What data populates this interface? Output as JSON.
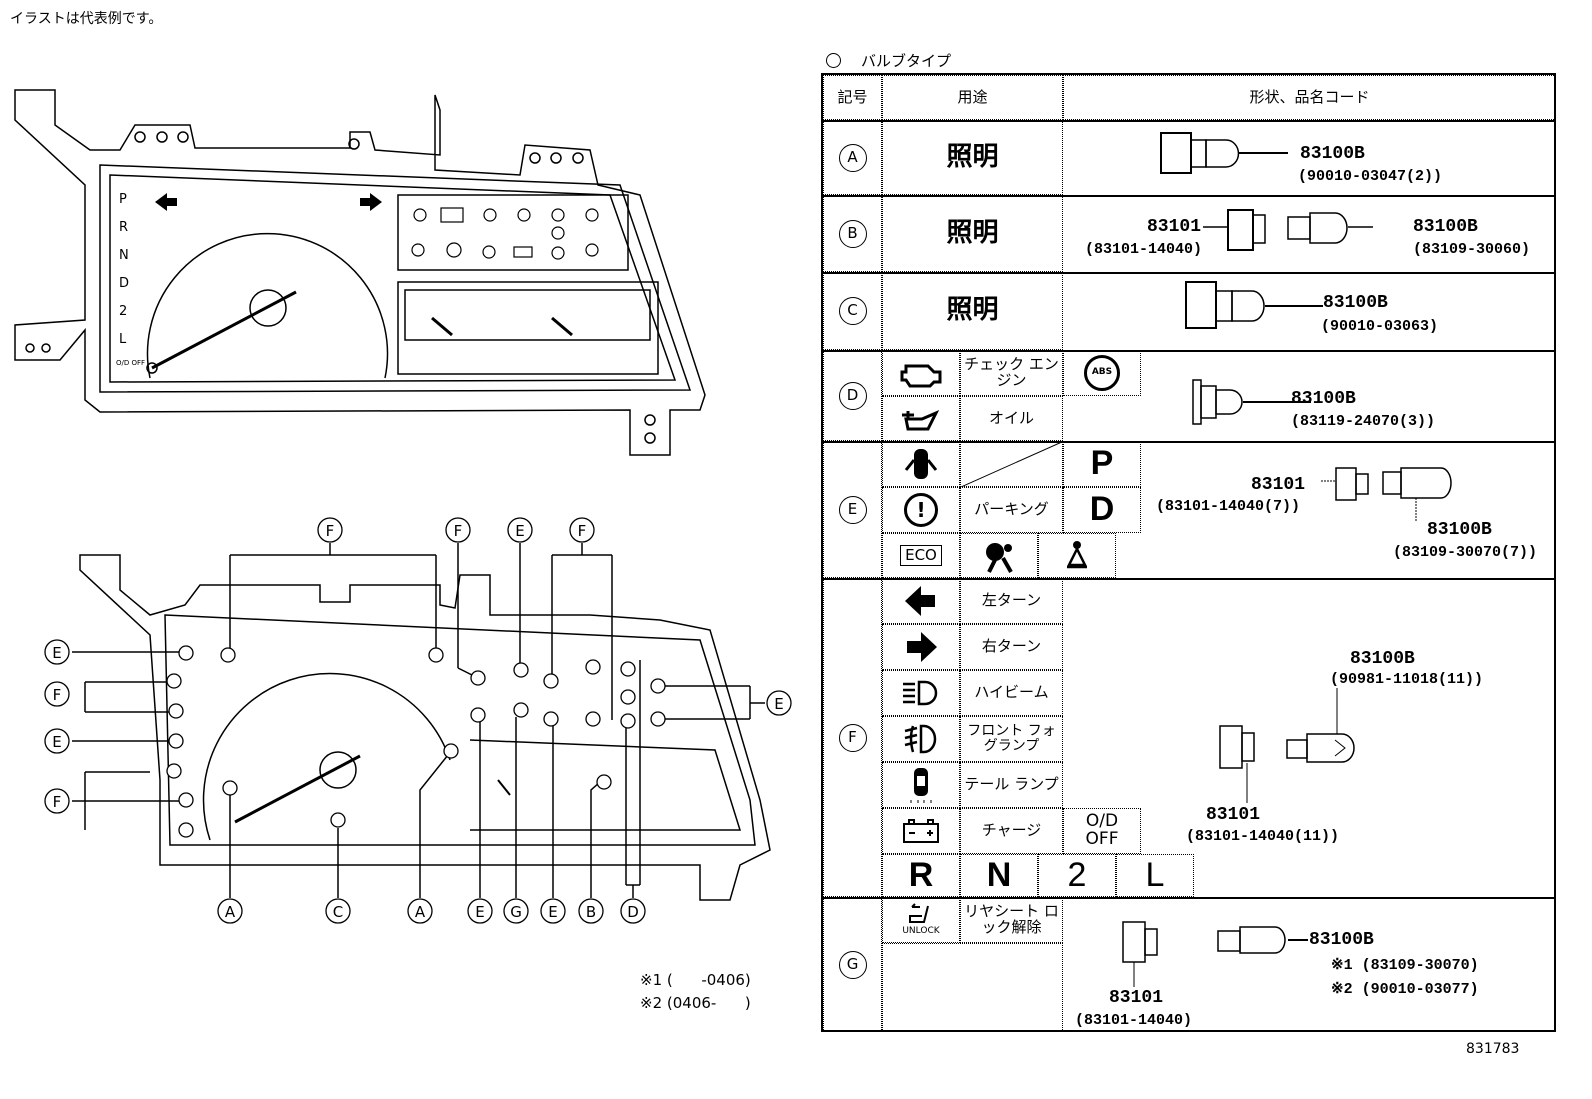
{
  "header_note": "イラストは代表例です。",
  "diagram": {
    "callouts": [
      "F",
      "F",
      "E",
      "F",
      "E",
      "F",
      "E",
      "F",
      "E",
      "A",
      "C",
      "A",
      "E",
      "G",
      "E",
      "B",
      "D"
    ],
    "gear_labels": [
      "P",
      "R",
      "N",
      "D",
      "2",
      "L",
      "O/D OFF"
    ],
    "footnotes": [
      "※1 (      -0406)",
      "※2 (0406-      )"
    ]
  },
  "table": {
    "title": "バルブタイプ",
    "headers": [
      "記号",
      "用途",
      "形状、品名コード"
    ],
    "rows": {
      "A": {
        "symbol": "A",
        "use": "照明",
        "codes": [
          "83100B",
          "(90010-03047(2))"
        ]
      },
      "B": {
        "symbol": "B",
        "use": "照明",
        "codes": [
          "83101",
          "(83101-14040)",
          "83100B",
          "(83109-30060)"
        ]
      },
      "C": {
        "symbol": "C",
        "use": "照明",
        "codes": [
          "83100B",
          "(90010-03063)"
        ]
      },
      "D": {
        "symbol": "D",
        "items": [
          "チェック エンジン",
          "オイル"
        ],
        "abs": "ABS",
        "codes": [
          "83100B",
          "(83119-24070(3))"
        ]
      },
      "E": {
        "symbol": "E",
        "items": [
          "パーキング"
        ],
        "letters": [
          "P",
          "D"
        ],
        "eco": "ECO",
        "codes": [
          "83101",
          "(83101-14040(7))",
          "83100B",
          "(83109-30070(7))"
        ]
      },
      "F": {
        "symbol": "F",
        "items": [
          "左ターン",
          "右ターン",
          "ハイビーム",
          "フロント フォグランプ",
          "テール ランプ",
          "チャージ"
        ],
        "od": "O/D OFF",
        "letters": [
          "R",
          "N",
          "2",
          "L"
        ],
        "codes": [
          "83100B",
          "(90981-11018(11))",
          "83101",
          "(83101-14040(11))"
        ]
      },
      "G": {
        "symbol": "G",
        "items": [
          "リヤシート ロック解除"
        ],
        "unlock": "UNLOCK",
        "codes": [
          "83101",
          "(83101-14040)",
          "83100B",
          "※1 (83109-30070)",
          "※2 (90010-03077)"
        ]
      }
    }
  },
  "figure_code": "831783"
}
